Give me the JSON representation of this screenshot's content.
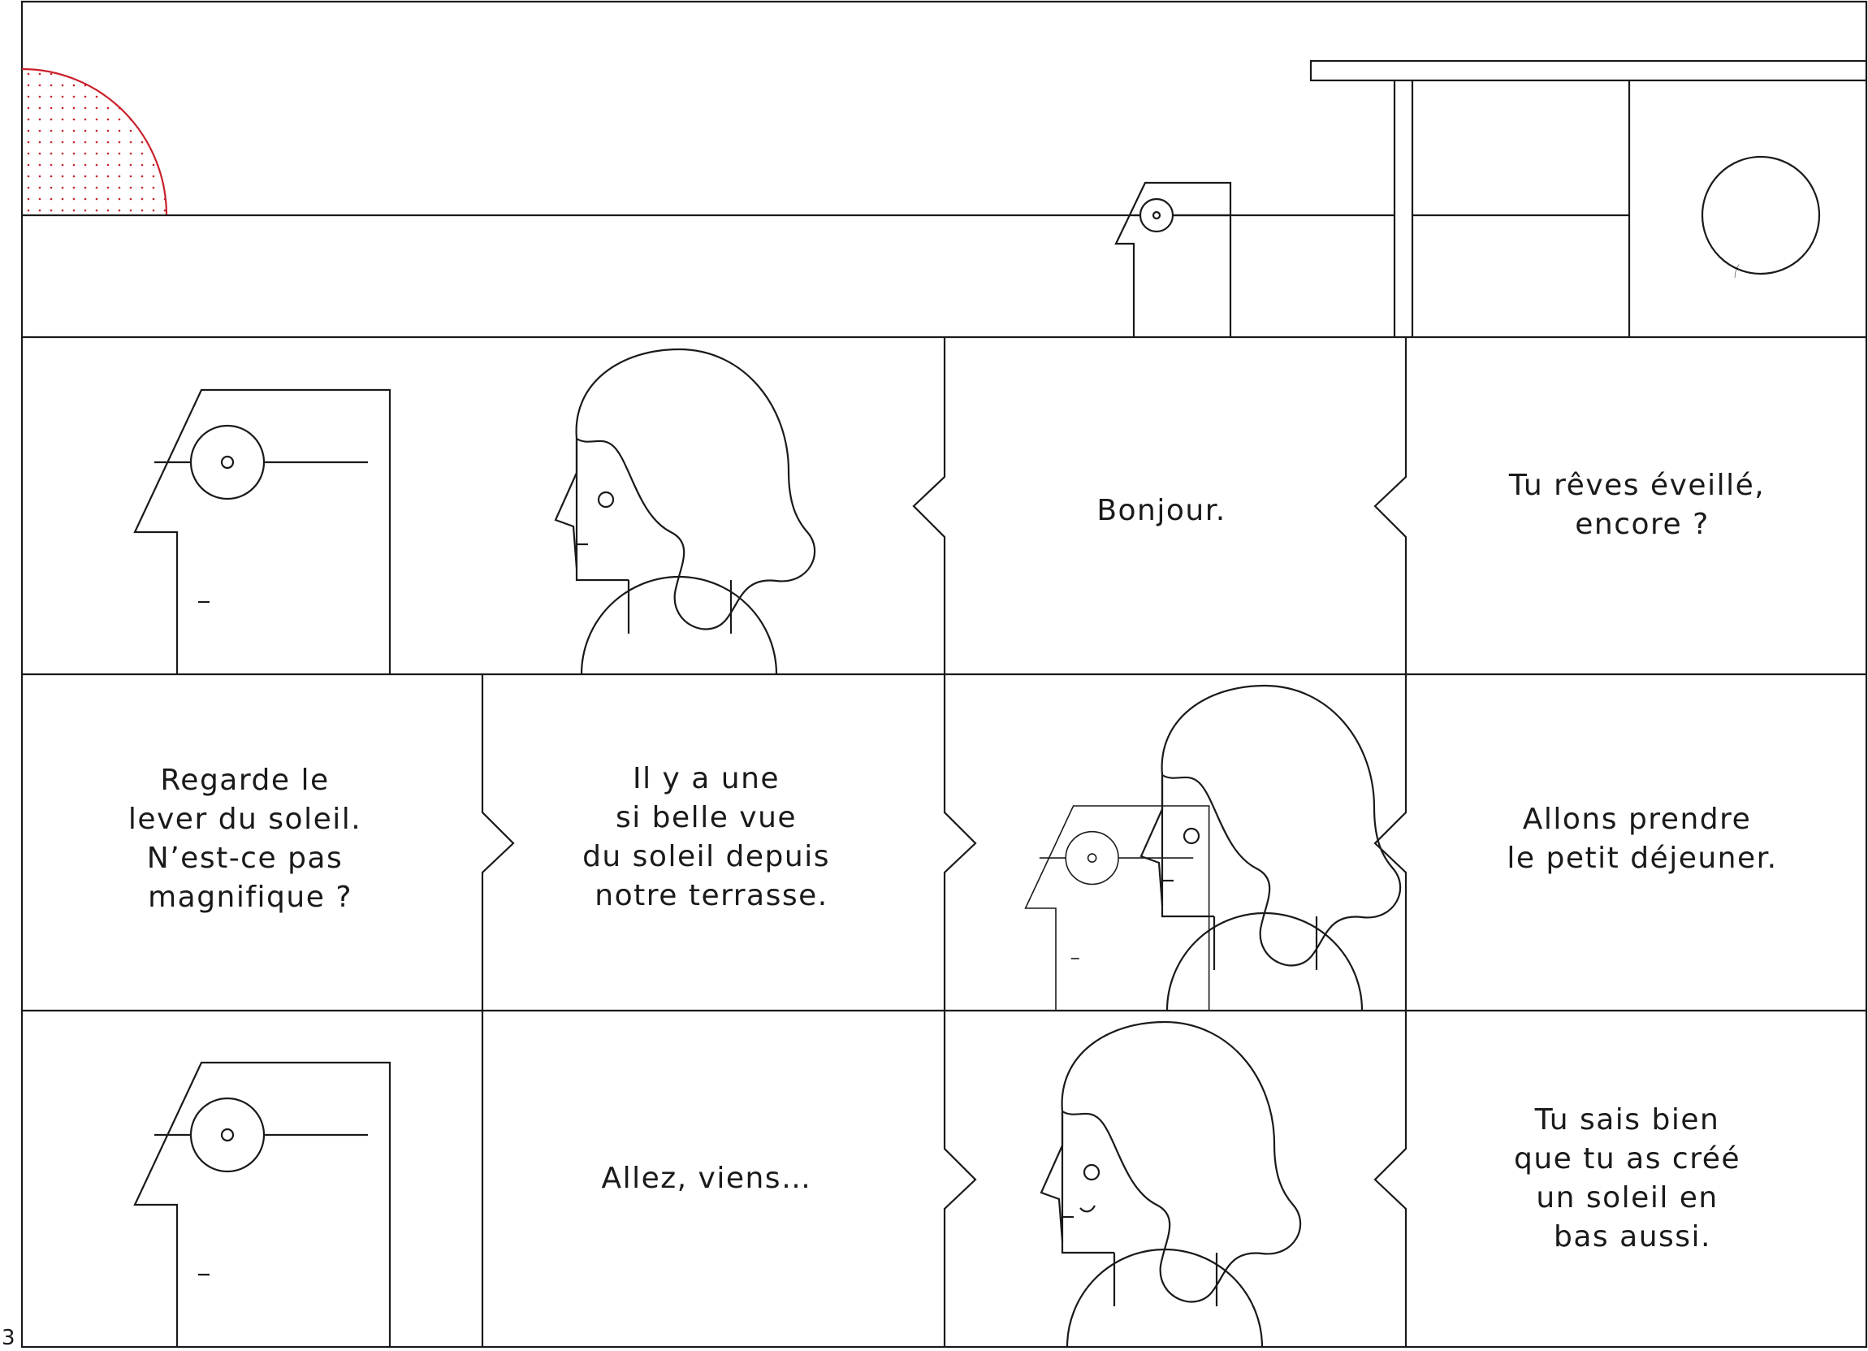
{
  "page_number": "3",
  "colors": {
    "line": "#1a1a1a",
    "sun": "#c8202b",
    "background": "#ffffff"
  },
  "icons": [
    "sun-drawing",
    "man-head-icon",
    "woman-head-icon",
    "woman-portrait-window-icon"
  ],
  "bubbles": {
    "p2": [
      "Bonjour."
    ],
    "p3": [
      "Tu rêves éveillé,",
      "encore ?"
    ],
    "p4": [
      "Regarde le",
      "lever du soleil.",
      "N’est-ce pas",
      "magnifique ?"
    ],
    "p5": [
      "Il y a une",
      "si belle vue",
      "du soleil depuis",
      "notre terrasse."
    ],
    "p7": [
      "Allons prendre",
      "le petit déjeuner."
    ],
    "p9": [
      "Allez, viens…"
    ],
    "p11": [
      "Tu sais bien",
      "que tu as créé",
      "un soleil en",
      "bas aussi."
    ]
  }
}
